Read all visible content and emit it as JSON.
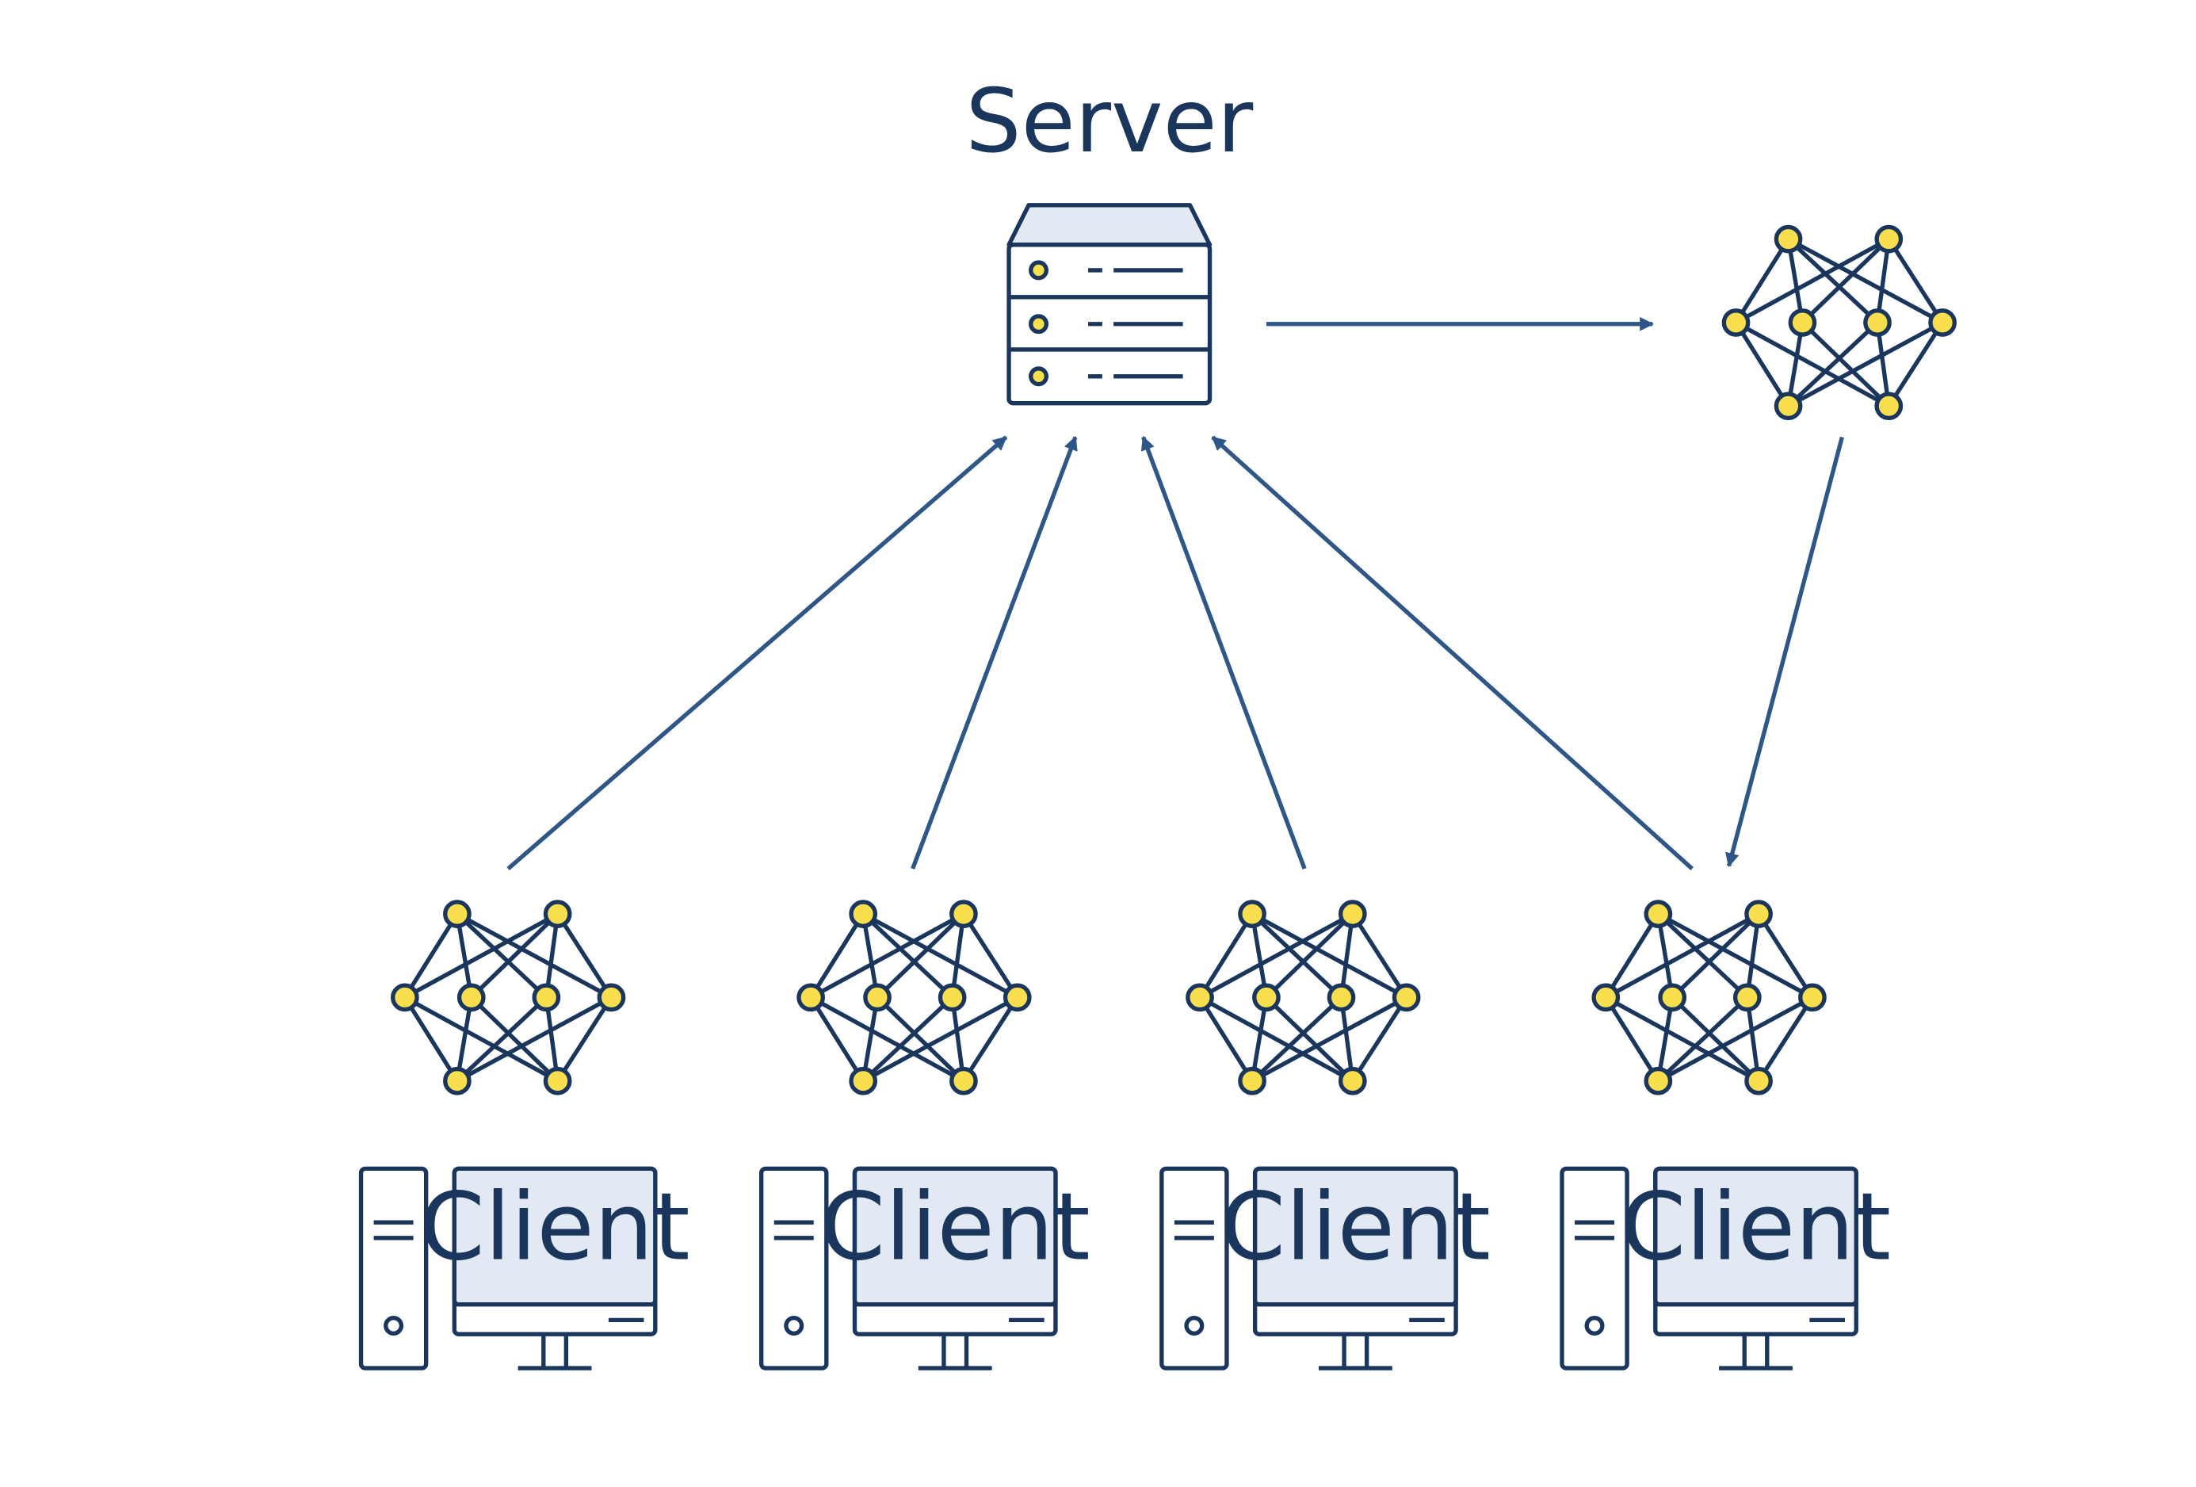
{
  "server": {
    "label": "Server"
  },
  "clients": [
    {
      "label": "Client"
    },
    {
      "label": "Client"
    },
    {
      "label": "Client"
    },
    {
      "label": "Client"
    }
  ],
  "colors": {
    "stroke": "#1b365d",
    "node_fill": "#f9df4d",
    "panel_fill": "#e3e9f2",
    "arrow": "#2e5686"
  }
}
